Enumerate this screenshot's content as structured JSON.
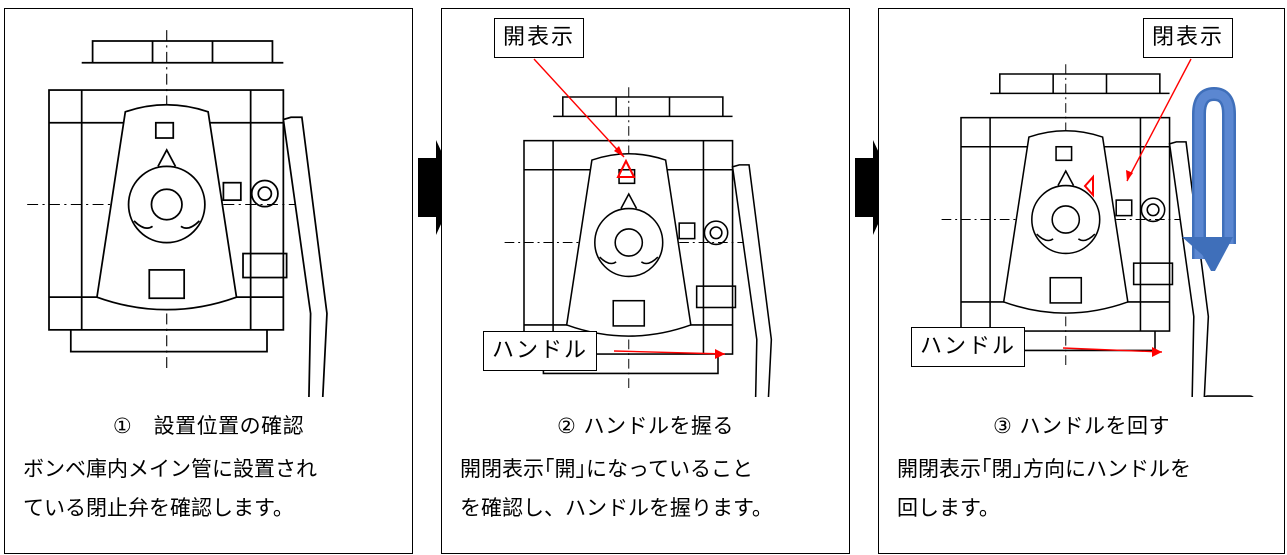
{
  "steps": [
    {
      "title": "①　設置位置の確認",
      "description": "ボンベ庫内メイン管に設置され\nている閉止弁を確認します。"
    },
    {
      "title": "②  ハンドルを握る",
      "description": "開閉表示｢開｣になっていること\nを確認し、ハンドルを握ります。",
      "callout_indicator": "開表示",
      "callout_handle": "ハンドル"
    },
    {
      "title": "③  ハンドルを回す",
      "description": "開閉表示｢閉｣方向にハンドルを\n回します。",
      "callout_indicator": "閉表示",
      "callout_handle": "ハンドル"
    }
  ],
  "colors": {
    "callout_arrow": "#ff0000",
    "rotate_arrow": "#3f6fba",
    "flow_arrow": "#000000"
  }
}
